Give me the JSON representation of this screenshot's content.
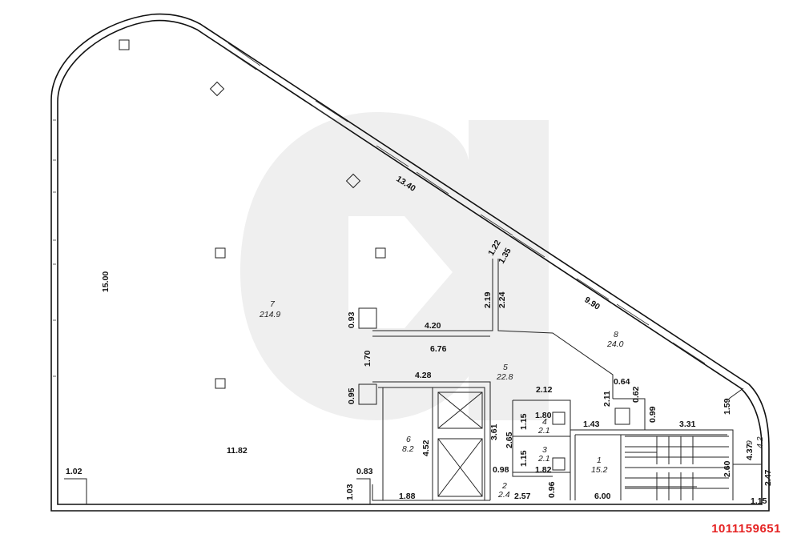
{
  "listing_id": "1011159651",
  "brand_color": "#e52222",
  "rooms": [
    {
      "num": "7",
      "area": "214.9"
    },
    {
      "num": "8",
      "area": "24.0"
    },
    {
      "num": "5",
      "area": "22.8"
    },
    {
      "num": "6",
      "area": "8.2"
    },
    {
      "num": "4",
      "area": "2.1"
    },
    {
      "num": "3",
      "area": "2.1"
    },
    {
      "num": "2",
      "area": "2.4"
    },
    {
      "num": "1",
      "area": "15.2"
    },
    {
      "num": "9",
      "area": "4.2"
    }
  ],
  "dims": [
    "15.00",
    "13.40",
    "11.82",
    "1.02",
    "0.83",
    "1.03",
    "0.93",
    "4.20",
    "1.70",
    "6.76",
    "0.95",
    "4.28",
    "1.22",
    "1.35",
    "2.19",
    "2.24",
    "9.90",
    "2.12",
    "0.64",
    "0.62",
    "2.11",
    "1.59",
    "0.99",
    "3.31",
    "1.43",
    "1.80",
    "1.15",
    "3.61",
    "2.65",
    "4.52",
    "1.15",
    "1.82",
    "0.98",
    "1.88",
    "2.57",
    "0.96",
    "6.00",
    "4.37",
    "2.60",
    "2.47",
    "1.15"
  ]
}
